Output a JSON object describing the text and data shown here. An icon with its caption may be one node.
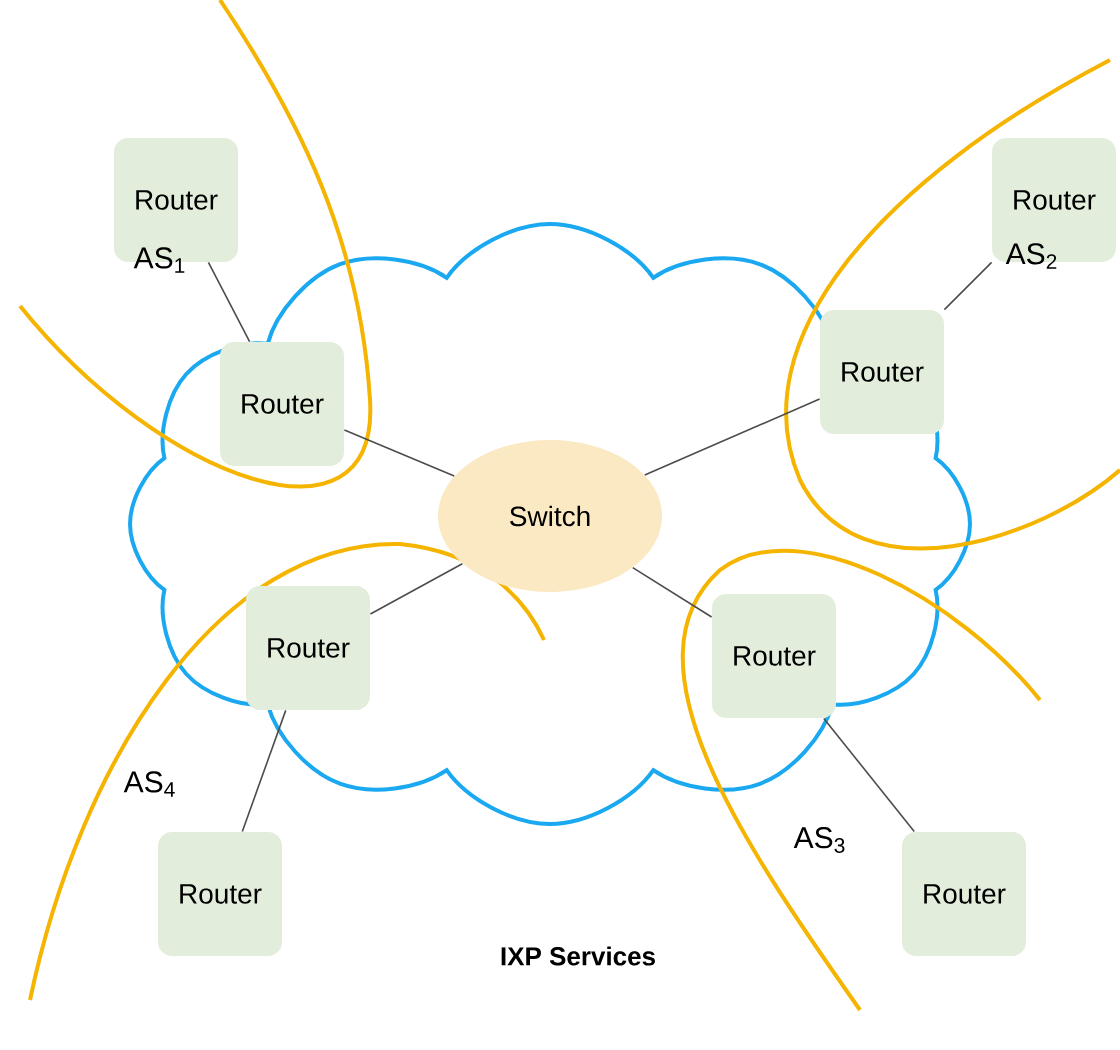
{
  "diagram": {
    "nodes": [
      {
        "text": [
          "Switch"
        ]
      },
      {
        "text": [
          "Router"
        ]
      },
      {
        "text": [
          "Router"
        ]
      },
      {
        "text": [
          "Router"
        ]
      },
      {
        "text": [
          "Router"
        ]
      },
      {
        "text": [
          "Router"
        ]
      },
      {
        "text": [
          "Router"
        ]
      },
      {
        "text": [
          "Router"
        ]
      },
      {
        "text": [
          "Router"
        ]
      }
    ],
    "edges": [
      {
        "from": 1,
        "to": 2,
        "arrow": "none"
      },
      {
        "from": 2,
        "to": 0,
        "arrow": "none"
      },
      {
        "from": 3,
        "to": 4,
        "arrow": "none"
      },
      {
        "from": 4,
        "to": 0,
        "arrow": "none"
      },
      {
        "from": 5,
        "to": 0,
        "arrow": "none"
      },
      {
        "from": 6,
        "to": 5,
        "arrow": "none"
      },
      {
        "from": 7,
        "to": 0,
        "arrow": "none"
      },
      {
        "from": 7,
        "to": 8,
        "arrow": "none"
      }
    ],
    "labels": [
      "AS$_{1}$",
      "AS$_{2}$",
      "AS$_{4}$",
      "AS$_{3}$",
      "IXP Services"
    ]
  }
}
